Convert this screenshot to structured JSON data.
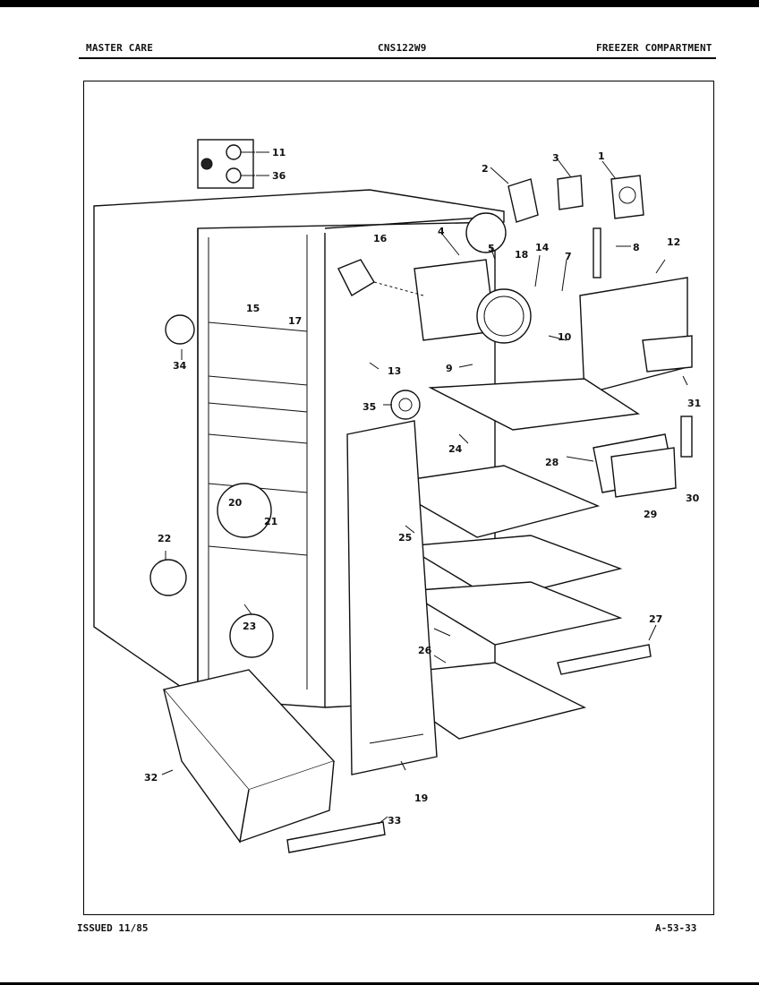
{
  "header": {
    "brand": "MASTER CARE",
    "model": "CNS122W9",
    "section": "FREEZER COMPARTMENT"
  },
  "footer": {
    "issued": "ISSUED 11/85",
    "page_code": "A-53-33"
  },
  "callouts": {
    "c1": "1",
    "c2": "2",
    "c3": "3",
    "c4": "4",
    "c5": "5",
    "c7": "7",
    "c8": "8",
    "c9": "9",
    "c10": "10",
    "c11": "11",
    "c12": "12",
    "c13": "13",
    "c14": "14",
    "c15": "15",
    "c16": "16",
    "c17": "17",
    "c18": "18",
    "c19": "19",
    "c20": "20",
    "c21": "21",
    "c22": "22",
    "c23": "23",
    "c24": "24",
    "c25": "25",
    "c26": "26",
    "c27": "27",
    "c28": "28",
    "c29": "29",
    "c30": "30",
    "c31": "31",
    "c32": "32",
    "c33": "33",
    "c34": "34",
    "c35": "35",
    "c36": "36"
  }
}
